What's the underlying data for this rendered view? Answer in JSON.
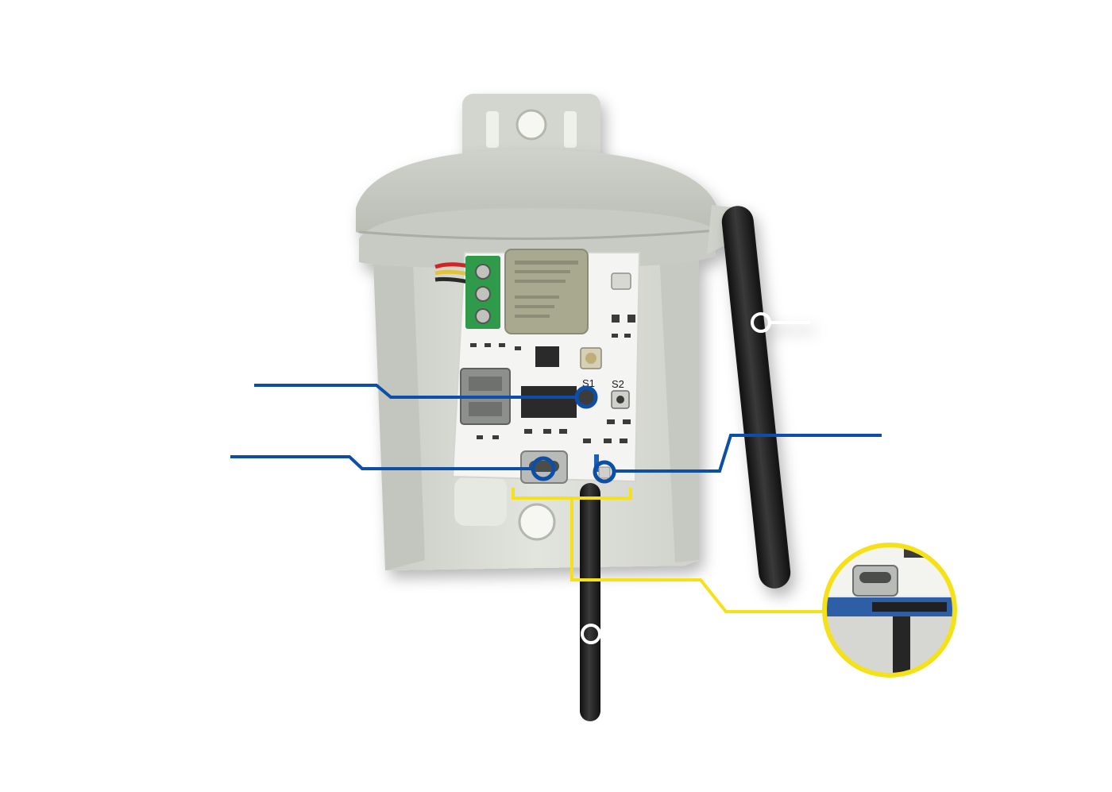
{
  "board": {
    "button_1_label": "S1",
    "button_2_label": "S2"
  },
  "colors": {
    "callout_blue": "#0d4ea6",
    "callout_yellow": "#f5e11a",
    "enclosure": "#d8dbd4",
    "pcb": "#f4f4f2",
    "antenna": "#1e1e1e"
  },
  "icons": [
    "enclosure",
    "mounting-bracket",
    "pcb-board",
    "cellular-module",
    "terminal-block",
    "sim-card-slot",
    "usb-c-port",
    "button-s1",
    "button-s2",
    "led",
    "antenna",
    "temperature-probe",
    "zoom-inset"
  ]
}
